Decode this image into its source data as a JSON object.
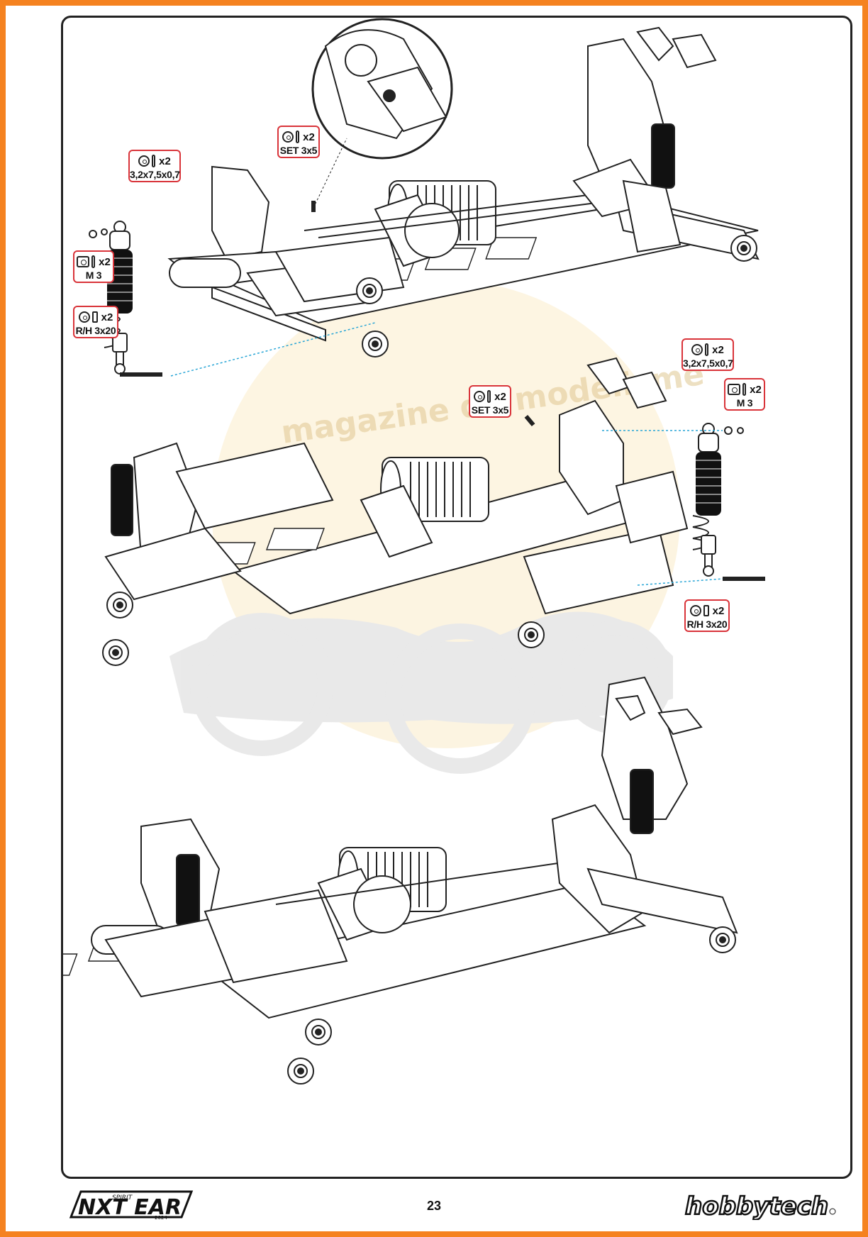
{
  "callouts": [
    {
      "id": "c1",
      "qty": "x2",
      "label": "3,2x7,5x0,7",
      "icon": "washer-icon"
    },
    {
      "id": "c2",
      "qty": "x2",
      "label": "SET 3x5",
      "icon": "set-screw-icon"
    },
    {
      "id": "c3",
      "qty": "x2",
      "label": "M 3",
      "icon": "nut-icon"
    },
    {
      "id": "c4",
      "qty": "x2",
      "label": "R/H 3x20",
      "icon": "screw-icon"
    },
    {
      "id": "c5",
      "qty": "x2",
      "label": "SET 3x5",
      "icon": "set-screw-icon"
    },
    {
      "id": "c6",
      "qty": "x2",
      "label": "3,2x7,5x0,7",
      "icon": "washer-icon"
    },
    {
      "id": "c7",
      "qty": "x2",
      "label": "M 3",
      "icon": "nut-icon"
    },
    {
      "id": "c8",
      "qty": "x2",
      "label": "R/H 3x20",
      "icon": "screw-icon"
    }
  ],
  "watermark": {
    "text": "magazine du modelisme"
  },
  "footer": {
    "brand_left": "NXT EAR",
    "brand_left_small": "SPIRIT",
    "brand_left_year": "2024",
    "page_number": "23",
    "brand_right": "hobbytech"
  },
  "colors": {
    "frame": "#f58220",
    "callout_border": "#d9343a",
    "leader": "#2aa6d6"
  }
}
